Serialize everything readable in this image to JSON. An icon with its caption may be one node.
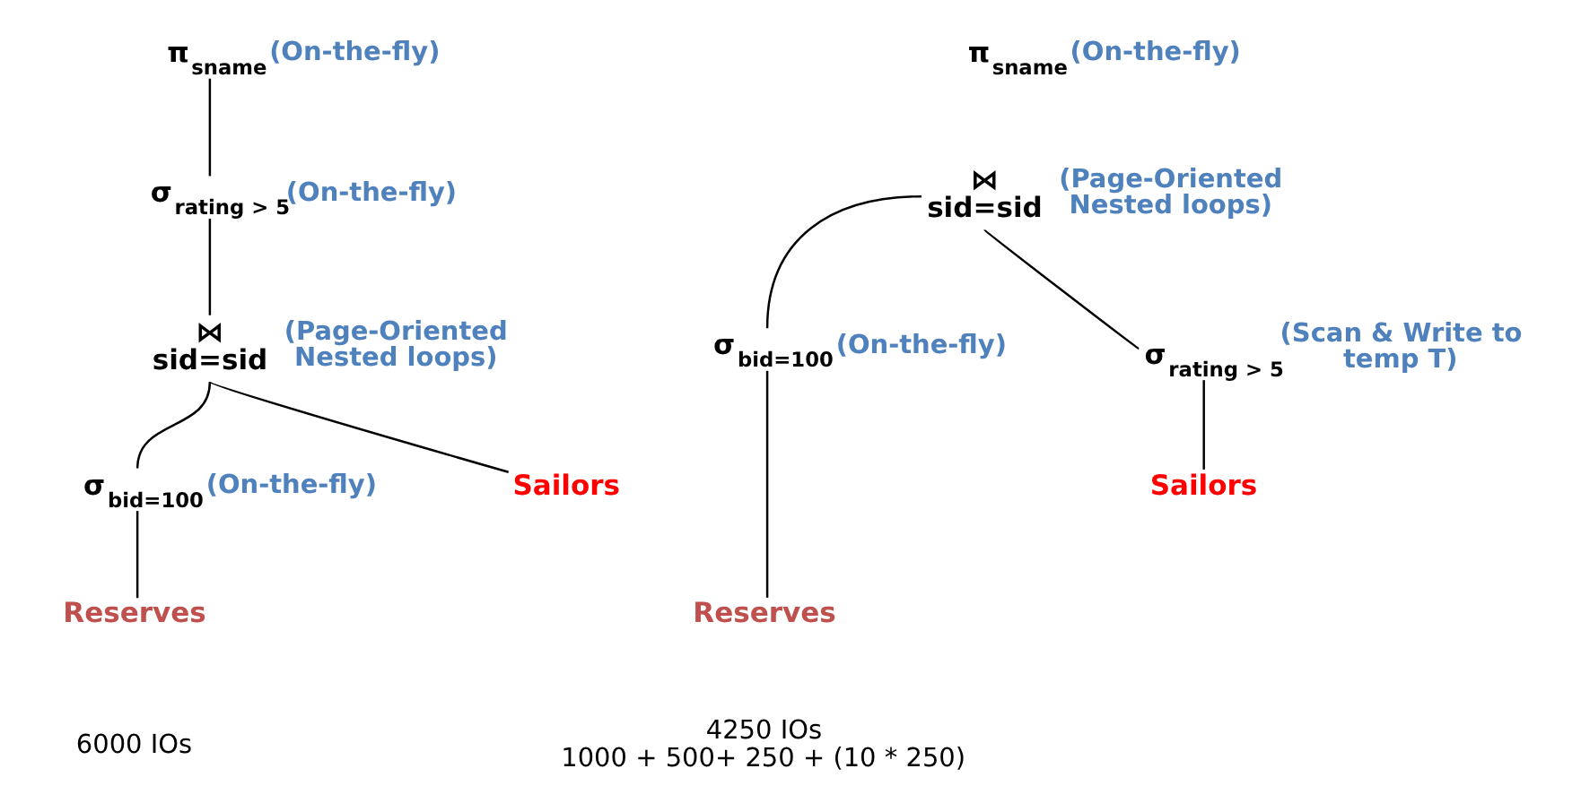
{
  "diagram": {
    "nodes": [
      {
        "text": [
          "π$_{sname}$"
        ],
        "beside": [
          "(On-the-fly)"
        ]
      },
      {
        "text": [
          "σ$_{rating > 5}$"
        ],
        "beside": [
          "(On-the-fly)"
        ]
      },
      {
        "text": [
          "⋈",
          "sid=sid"
        ],
        "beside": [
          "(Page-Oriented Nested loops)"
        ]
      },
      {
        "text": [
          "σ$_{bid=100}$"
        ],
        "beside": [
          "(On-the-fly)"
        ]
      },
      {
        "text": [
          "Sailors"
        ]
      },
      {
        "text": [
          "Reserves"
        ]
      },
      {
        "text": [
          "π$_{sname}$"
        ],
        "beside": [
          "(On-the-fly)"
        ]
      },
      {
        "text": [
          "⋈",
          "sid=sid"
        ],
        "beside": [
          "(Page-Oriented Nested loops)"
        ]
      },
      {
        "text": [
          "σ$_{bid=100}$"
        ],
        "beside": [
          "(On-the-fly)"
        ]
      },
      {
        "text": [
          "σ$_{rating > 5}$"
        ],
        "beside": [
          "(Scan & Write to temp T)"
        ]
      },
      {
        "text": [
          "Reserves"
        ]
      },
      {
        "text": [
          "Sailors"
        ]
      }
    ],
    "edges": [
      {
        "from": 0,
        "to": 1,
        "arrow": "none"
      },
      {
        "from": 1,
        "to": 2,
        "arrow": "none"
      },
      {
        "from": 2,
        "to": 3,
        "arrow": "none"
      },
      {
        "from": 2,
        "to": 4,
        "arrow": "none"
      },
      {
        "from": 3,
        "to": 5,
        "arrow": "none"
      },
      {
        "from": 7,
        "to": 8,
        "arrow": "none"
      },
      {
        "from": 7,
        "to": 9,
        "arrow": "none"
      },
      {
        "from": 8,
        "to": 10,
        "arrow": "none"
      },
      {
        "from": 9,
        "to": 11,
        "arrow": "none"
      }
    ],
    "labels": [
      "6000 IOs",
      "4250 IOs",
      "1000 + 500+ 250 + (10 * 250)"
    ]
  }
}
